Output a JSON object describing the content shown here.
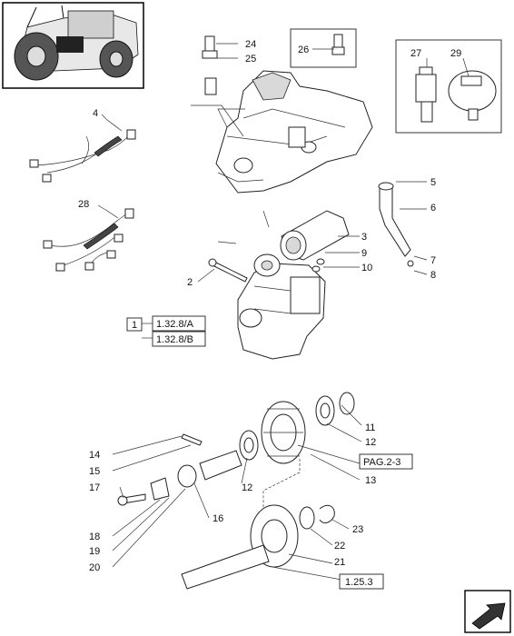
{
  "callouts": [
    "1",
    "2",
    "3",
    "4",
    "5",
    "6",
    "7",
    "8",
    "9",
    "10",
    "11",
    "12",
    "12",
    "13",
    "14",
    "15",
    "16",
    "17",
    "18",
    "19",
    "20",
    "21",
    "22",
    "23",
    "24",
    "25",
    "26",
    "27",
    "28",
    "29"
  ],
  "refs": {
    "ref_a": "1.32.8/A",
    "ref_b": "1.32.8/B",
    "pag": "PAG.2-3",
    "ref_gear": "1.25.3"
  },
  "icons": [
    "tractor-thumbnail",
    "next-page-arrow-icon"
  ]
}
